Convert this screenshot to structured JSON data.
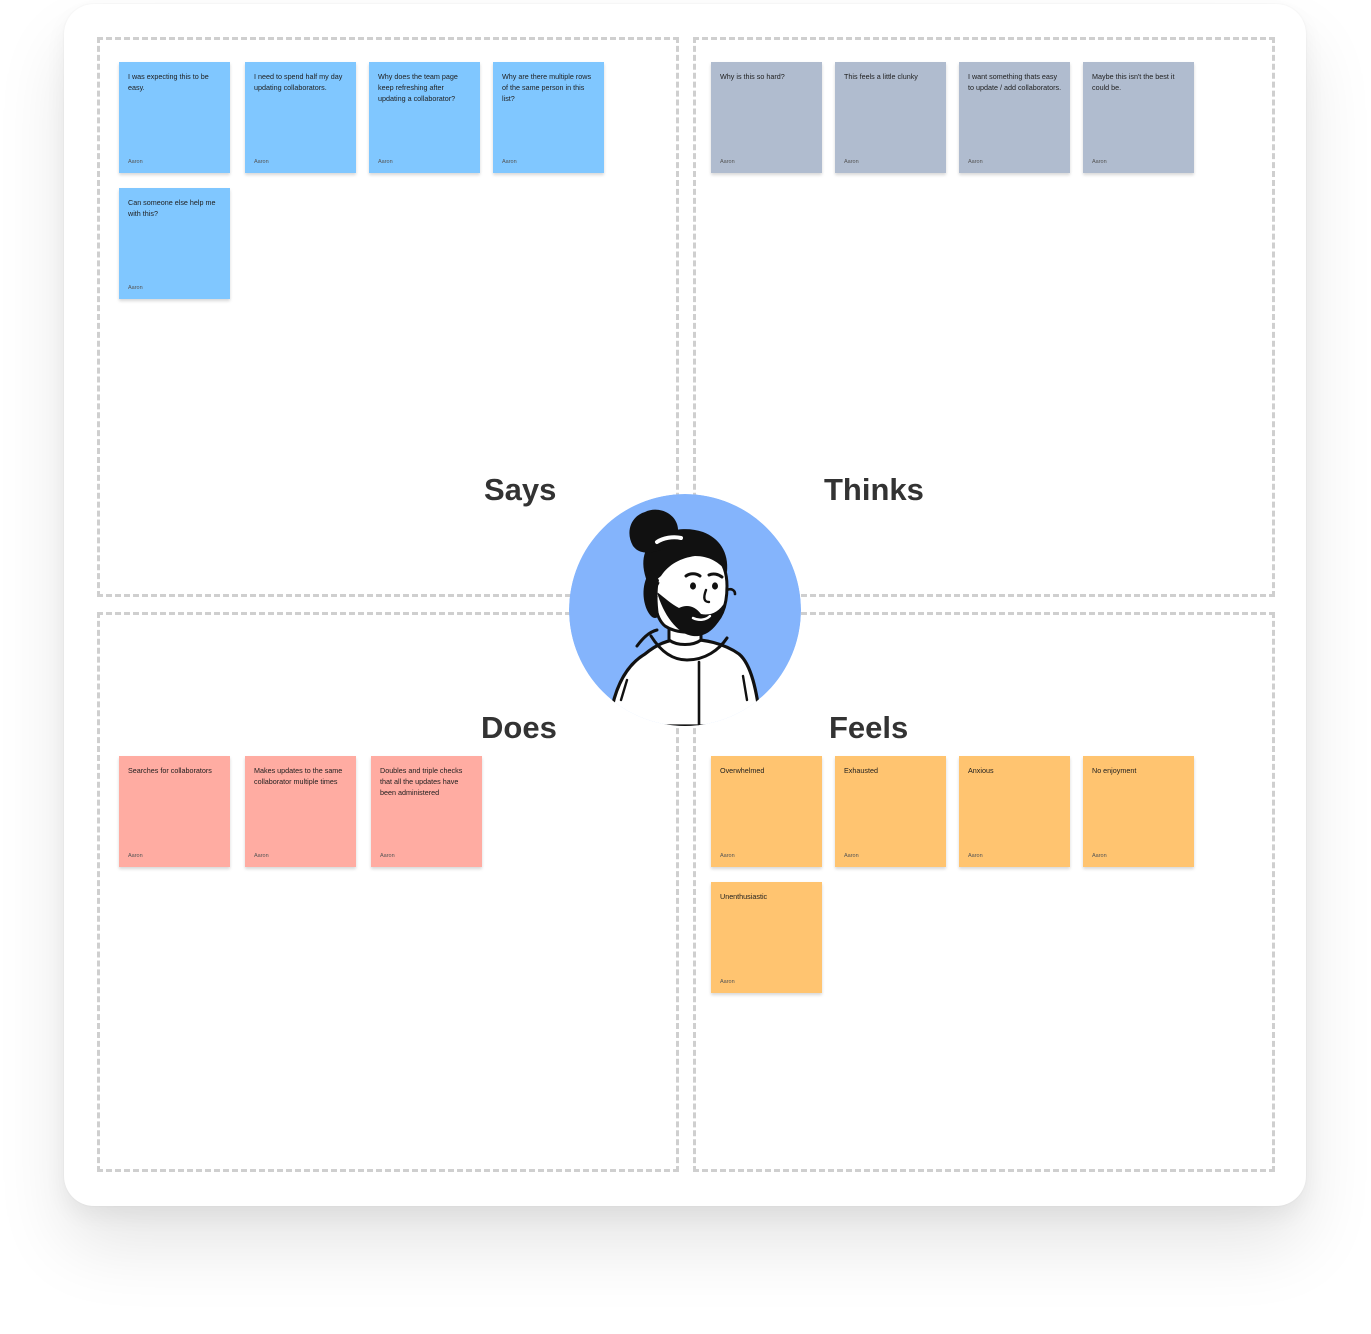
{
  "colors": {
    "says": "#80c7ff",
    "thinks": "#b0bccf",
    "does": "#ffaca2",
    "feels": "#ffc470",
    "avatar_bg": "#84b4fc"
  },
  "quadrants": {
    "says": {
      "label": "Says",
      "notes": [
        {
          "text": "I was expecting this to be easy.",
          "author": "Aaron"
        },
        {
          "text": "I need to spend half my day updating collaborators.",
          "author": "Aaron"
        },
        {
          "text": "Why does the team page keep refreshing after updating a collaborator?",
          "author": "Aaron"
        },
        {
          "text": "Why are there multiple rows of the same person in this list?",
          "author": "Aaron"
        },
        {
          "text": "Can someone else help me with this?",
          "author": "Aaron"
        }
      ]
    },
    "thinks": {
      "label": "Thinks",
      "notes": [
        {
          "text": "Why is this so hard?",
          "author": "Aaron"
        },
        {
          "text": "This feels a little clunky",
          "author": "Aaron"
        },
        {
          "text": "I want something thats easy to update / add collaborators.",
          "author": "Aaron"
        },
        {
          "text": "Maybe this isn't the best it could be.",
          "author": "Aaron"
        }
      ]
    },
    "does": {
      "label": "Does",
      "notes": [
        {
          "text": "Searches for collaborators",
          "author": "Aaron"
        },
        {
          "text": "Makes updates to the same collaborator multiple times",
          "author": "Aaron"
        },
        {
          "text": "Doubles and triple checks that all the updates have been administered",
          "author": "Aaron"
        }
      ]
    },
    "feels": {
      "label": "Feels",
      "notes": [
        {
          "text": "Overwhelmed",
          "author": "Aaron"
        },
        {
          "text": "Exhausted",
          "author": "Aaron"
        },
        {
          "text": "Anxious",
          "author": "Aaron"
        },
        {
          "text": "No enjoyment",
          "author": "Aaron"
        },
        {
          "text": "Unenthusiastic",
          "author": "Aaron"
        }
      ]
    }
  },
  "persona": {
    "avatar_icon": "person-illustration-icon"
  }
}
